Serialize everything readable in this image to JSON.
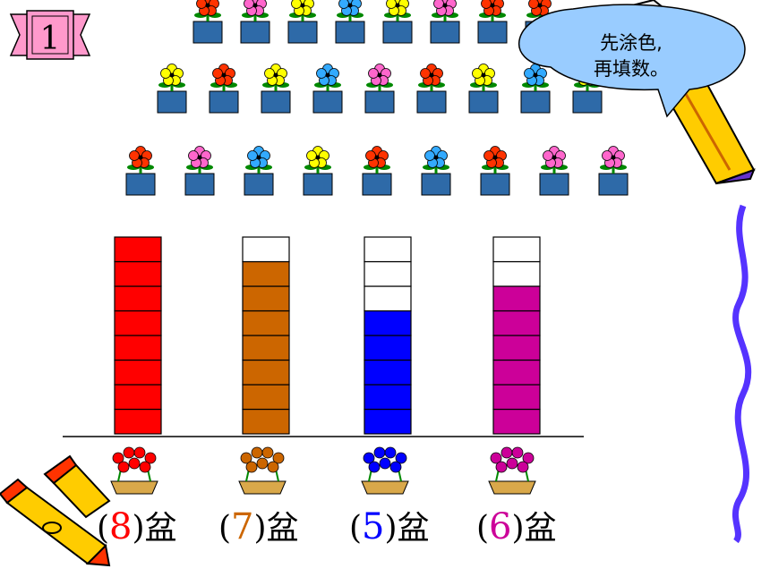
{
  "badge": {
    "number": "1"
  },
  "bubble": {
    "line1": "先涂色,",
    "line2": "再填数。"
  },
  "unit": "盆",
  "columns": [
    {
      "count": "8",
      "color": "#ff0000",
      "count_color": "#ff0000"
    },
    {
      "count": "7",
      "color": "#cc6600",
      "count_color": "#cc6600"
    },
    {
      "count": "5",
      "color": "#0000ff",
      "count_color": "#0000ff"
    },
    {
      "count": "6",
      "color": "#cc0099",
      "count_color": "#cc0099"
    }
  ],
  "chart_data": {
    "type": "bar",
    "categories": [
      "",
      "",
      "",
      ""
    ],
    "values": [
      8,
      7,
      5,
      6
    ],
    "ylim": [
      0,
      8
    ]
  },
  "flower_rows": [
    [
      "red",
      "pink",
      "yellow",
      "blue",
      "yellow",
      "pink",
      "red",
      "red"
    ],
    [
      "yellow",
      "red",
      "yellow",
      "blue",
      "pink",
      "red",
      "yellow",
      "blue",
      "yellow"
    ],
    [
      "red",
      "pink",
      "blue",
      "yellow",
      "red",
      "blue",
      "red",
      "pink",
      "pink"
    ]
  ],
  "colors": {
    "red": "#ff3300",
    "pink": "#ff66cc",
    "yellow": "#ffff00",
    "blue": "#33aaff",
    "pot": "#2e6aa8",
    "stem": "#008800",
    "bubble": "#99ccff",
    "ribbon": "#ff99cc",
    "squiggle": "#5533ff"
  }
}
